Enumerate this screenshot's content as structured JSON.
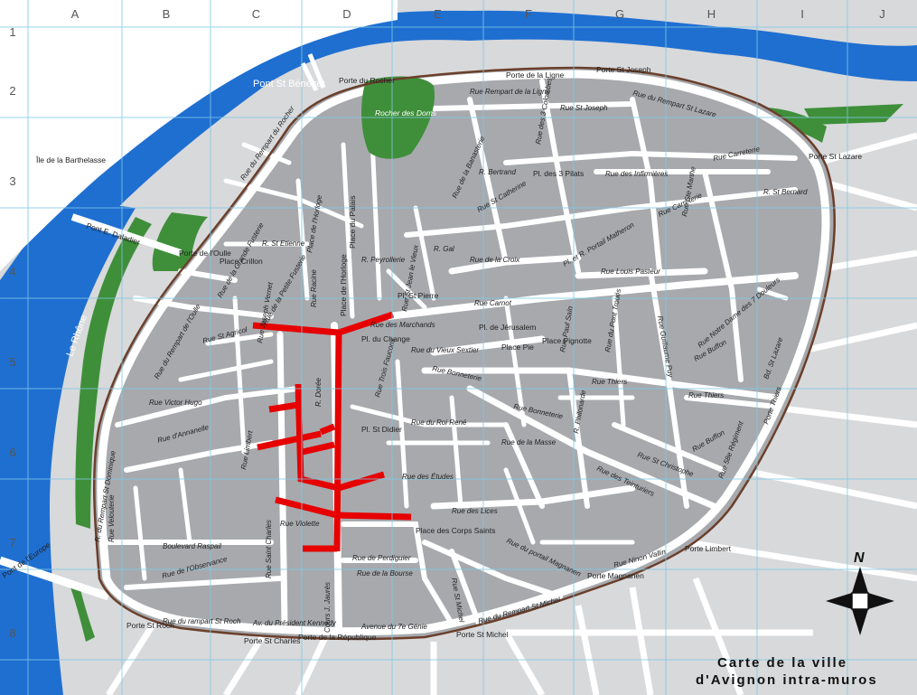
{
  "grid": {
    "columns": [
      "A",
      "B",
      "C",
      "D",
      "E",
      "F",
      "G",
      "H",
      "I",
      "J"
    ],
    "rows": [
      "1",
      "2",
      "3",
      "4",
      "5",
      "6",
      "7",
      "8"
    ]
  },
  "water": {
    "river": "Le Rhône"
  },
  "areas": {
    "island": "Île de la Barthelasse",
    "garden": "Rocher des Doms"
  },
  "gates": {
    "pont_st_benezet": "Pont St Bénézet",
    "porte_rocher": "Porte du Rocher",
    "pont_daladier": "Pont E. Daladier",
    "porte_oulle": "Porte de l'Oulle",
    "porte_st_lazare": "Porte St Lazare",
    "porte_limbert": "Porte Limbert",
    "porte_magnanen": "Porte Magnanen",
    "porte_st_michel": "Porte St Michel",
    "porte_republique": "Porte de la République",
    "porte_st_charles": "Porte St Charles",
    "porte_st_roch": "Porte St Roch",
    "pont_europe": "Pont de l'Europe",
    "porte_ligne": "Porte de la Ligne",
    "porte_st_joseph": "Porte St Joseph"
  },
  "places": {
    "place_crillon": "Place Crillon",
    "place_horloge": "Place de l'Horloge",
    "place_palais": "Place du Palais",
    "place_st_pierre": "Pl. St Pierre",
    "place_jerusalem": "Pl. de Jérusalem",
    "place_pie": "Place Pie",
    "place_pignotte": "Place Pignotte",
    "place_trois_pilats": "Pl. des 3 Pilats",
    "place_st_didier": "Pl. St Didier",
    "place_corps_saints": "Place des Corps Saints",
    "place_change": "Pl. du Change"
  },
  "streets": {
    "rempart_ligne": "Rue Rempart de la Ligne",
    "rempart_st_lazare": "Rue du Rempart St Lazare",
    "rue_st_joseph": "Rue St Joseph",
    "rue_carnot": "Rue Carnot",
    "rue_croix": "Rue de la Croix",
    "rue_louis_pasteur": "Rue Louis Pasteur",
    "rue_thiers": "Rue Thiers",
    "rue_thiers_2": "Rue Thiers",
    "rue_bonneterie": "Rue Bonneterie",
    "rue_bonneterie_2": "Rue Bonneterie",
    "rue_vieux_sextier": "Rue du Vieux Sextier",
    "rue_des_lices": "Rue des Lices",
    "rue_teinturiers": "Rue des Teinturiers",
    "rue_guillaume_puy": "Rue Guillaume Puy",
    "rue_paul_saint": "Rue Paul Saïn",
    "rue_buffon": "Rue Buffon",
    "rue_buffon_2": "Rue Buffon",
    "rue_st_christophe": "Rue St Christophe",
    "rue_infirmieres": "Rue des Infirmières",
    "rue_carreterie": "Rue Carreterie",
    "rue_carreterie_2": "Rue Carreterie",
    "rue_st_bernard": "R. St Bernard",
    "rue_banasterie": "Rue de la Banasterie",
    "rue_bertrand": "R. Bertrand",
    "rue_peyrollerie": "R. Peyrollerie",
    "rue_gal": "R. Gal",
    "rue_st_catherine": "Rue St Catherine",
    "rue_portail_matheron": "Pl. et R. Portail Matheron",
    "rue_ste_marthe": "Rue Ste Marthe",
    "rue_st_agricol": "Rue St Agricol",
    "rue_joseph_vernet": "Rue Joseph Vernet",
    "rue_victor_hugo": "Rue Victor Hugo",
    "rue_annanelle": "Rue d'Annanelle",
    "rue_limbert": "Rue Limbert",
    "rue_rempart_oulle": "Rue du Rempart de l'Oulle",
    "rue_rempart_st_dominique": "R. du Rempart St Dominique",
    "rue_velouterie": "Rue Velouterie",
    "boulevard_raspail": "Boulevard Raspail",
    "rue_observance": "Rue de l'Observance",
    "rue_saint_charles": "Rue Saint Charles",
    "rue_violette": "Rue Violette",
    "cours_jean_jaures": "Cours J. Jaurès",
    "rue_perdiguier": "Rue de Perdiguier",
    "rue_bourse": "Rue de la Bourse",
    "rue_rempart_st_roch": "Rue du rampart St Roch",
    "av_kennedy": "Av. du Président Kennedy",
    "av_7e_genie": "Avenue du 7e Génie",
    "rue_rempart_st_michel": "Rue du Rempart St Michel",
    "rue_ninon_vallin": "Rue Ninon Vallin",
    "rue_portail_magnanen": "Rue du portail Magnanen",
    "rue_st_michel": "Rue St Michel",
    "rue_roi_rene": "Rue du Roi René",
    "rue_etudes": "Rue des Études",
    "rue_masse": "Rue de la Masse",
    "rue_philonarde": "R. Philonarde",
    "rue_three_faucons": "Rue Trois Faucons",
    "rue_des_marchands": "Rue des Marchands",
    "rue_racine": "Rue Racine",
    "rue_horloge_place": "Place de l'Horloge",
    "rue_dorée": "R. Dorée",
    "rue_st_etienne": "R. St Etienne",
    "rue_rempart_rocher": "Rue du Rempart du Rocher",
    "rue_petite_fusterie": "Rue de la Petite Fusterie",
    "rue_banasterie_2": "Rue des 3 Colombes",
    "rue_st_jean_le_vieux": "Rue St Jean le Vieux",
    "rue_regiment": "Rue 58e Régiment",
    "rue_thiers_porte": "Porte Thiers",
    "rue_st_lazare_gate": "Porte St Lazare",
    "rue_notre_dame": "Rue Notre Dame des 7 Douleurs",
    "rue_bd_st_lazare": "Bd. St Lazare",
    "rue_grande_fusterie": "Rue de la Grande Fusterie",
    "rue_pont_troués": "Rue du Pont Troués"
  },
  "title": {
    "line1": "Carte de la ville",
    "line2": "d'Avignon intra-muros"
  },
  "compass": {
    "north": "N"
  },
  "colors": {
    "water": "#1f6fd1",
    "garden": "#3f8f3a",
    "wall": "#6b3f2a",
    "blocks": "#a7a9ad",
    "streets": "#ffffff",
    "outside": "#c6c7c9",
    "highlight": "#e60000",
    "grid": "#7ec9e6"
  }
}
